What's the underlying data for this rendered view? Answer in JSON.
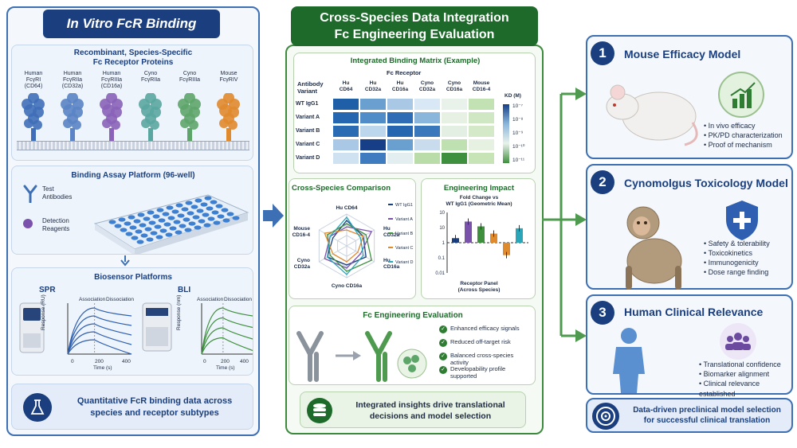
{
  "left": {
    "title": "In Vitro FcR Binding",
    "receptors_title": "Recombinant, Species-Specific\nFc Receptor Proteins",
    "receptors": [
      {
        "label": "Human\nFcγRI\n(CD64)",
        "color": "#3f6fb8"
      },
      {
        "label": "Human\nFcγRIIa\n(CD32a)",
        "color": "#5a84c4"
      },
      {
        "label": "Human\nFcγRIIIa\n(CD16a)",
        "color": "#8a63b8"
      },
      {
        "label": "Cyno\nFcγRIIa",
        "color": "#5aa6a0"
      },
      {
        "label": "Cyno\nFcγRIIIa",
        "color": "#5ea56a"
      },
      {
        "label": "Mouse\nFcγRIV",
        "color": "#e08a2e"
      }
    ],
    "assay_title": "Binding Assay Platform (96-well)",
    "test_antibodies": "Test\nAntibodies",
    "detection_reagents": "Detection\nReagents",
    "biosensor_title": "Biosensor Platforms",
    "spr": {
      "label": "SPR",
      "ylabel": "Response (RU)",
      "xlabel": "Time (s)",
      "association": "Association",
      "dissociation": "Dissociation",
      "ticks": [
        "0",
        "200",
        "400"
      ]
    },
    "bli": {
      "label": "BLI",
      "ylabel": "Response (nm)",
      "xlabel": "Time (s)",
      "association": "Association",
      "dissociation": "Dissociation",
      "ticks": [
        "0",
        "200",
        "400"
      ]
    },
    "footer": "Quantitative FcR binding data across\nspecies and receptor subtypes"
  },
  "middle": {
    "title": "Cross-Species Data Integration\nFc Engineering Evaluation",
    "matrix": {
      "title": "Integrated Binding Matrix (Example)",
      "col_header": "Fc Receptor",
      "row_header": "Antibody\nVariant",
      "columns": [
        "Hu\nCD64",
        "Hu\nCD32a",
        "Hu\nCD16a",
        "Cyno\nCD32a",
        "Cyno\nCD16a",
        "Mouse\nCD16-4"
      ],
      "rows": [
        "WT IgG1",
        "Variant A",
        "Variant B",
        "Variant C",
        "Variant D"
      ],
      "kd_label": "KD (M)",
      "kd_ticks": [
        "10⁻⁷",
        "10⁻⁸",
        "10⁻⁹",
        "10⁻¹⁰",
        "10⁻¹¹"
      ],
      "cells": [
        [
          "#1f5fa8",
          "#6aa0d0",
          "#a8c8e6",
          "#d8e8f4",
          "#e8f2ea",
          "#c2e2b4"
        ],
        [
          "#2466b0",
          "#4f8cc8",
          "#2e6db6",
          "#8ab6dc",
          "#e6f1e4",
          "#cfe7c2"
        ],
        [
          "#2a6cb4",
          "#bcd6ec",
          "#2466b0",
          "#3a78bc",
          "#e3efe2",
          "#d4e9c8"
        ],
        [
          "#a8c8e6",
          "#163f88",
          "#6aa0d0",
          "#c8dcee",
          "#bfe0b0",
          "#e6f1e2"
        ],
        [
          "#cfe2f2",
          "#3f7cbf",
          "#e2eef0",
          "#b9dca8",
          "#3e8f3e",
          "#c6e4b6"
        ]
      ]
    },
    "radar": {
      "title": "Cross-Species Comparison",
      "axes": [
        "Hu CD64",
        "Hu\nCD32a",
        "Hu\nCD16a",
        "Cyno CD16a",
        "Cyno\nCD32a",
        "Mouse\nCD16-4"
      ],
      "legend": [
        {
          "name": "WT IgG1",
          "color": "#1b3f7e"
        },
        {
          "name": "Variant A",
          "color": "#7b52ab"
        },
        {
          "name": "Variant B",
          "color": "#3e8f3e"
        },
        {
          "name": "Variant C",
          "color": "#e08a2e"
        },
        {
          "name": "Variant D",
          "color": "#2aa6b8"
        }
      ]
    },
    "impact": {
      "title": "Engineering Impact",
      "subtitle": "Fold Change vs\nWT IgG1 (Geometric Mean)",
      "yticks": [
        "10",
        "10",
        "1",
        "0.1",
        "0.01"
      ],
      "xlabel": "Receptor Panel\n(Across Species)"
    },
    "fc_eval": {
      "title": "Fc Engineering Evaluation",
      "items": [
        "Enhanced efficacy signals",
        "Reduced off-target risk",
        "Balanced cross-species\nactivity",
        "Developability profile\nsupported"
      ]
    },
    "footer": "Integrated insights drive translational\ndecisions and model selection"
  },
  "right": {
    "cards": [
      {
        "number": "1",
        "title": "Mouse Efficacy Model",
        "bullets": [
          "In vivo efficacy",
          "PK/PD characterization",
          "Proof of mechanism"
        ]
      },
      {
        "number": "2",
        "title": "Cynomolgus Toxicology Model",
        "bullets": [
          "Safety & tolerability",
          "Toxicokinetics",
          "Immunogenicity",
          "Dose range finding"
        ]
      },
      {
        "number": "3",
        "title": "Human Clinical Relevance",
        "bullets": [
          "Translational confidence",
          "Biomarker alignment",
          "Clinical relevance\nestablished"
        ]
      }
    ],
    "footer": "Data-driven preclinical model selection\nfor successful clinical translation"
  },
  "chart_data": [
    {
      "type": "heatmap",
      "title": "Integrated Binding Matrix (Example)",
      "xlabel": "Fc Receptor",
      "ylabel": "Antibody Variant",
      "categories": [
        "Hu CD64",
        "Hu CD32a",
        "Hu CD16a",
        "Cyno CD32a",
        "Cyno CD16a",
        "Mouse CD16-4"
      ],
      "rows": [
        "WT IgG1",
        "Variant A",
        "Variant B",
        "Variant C",
        "Variant D"
      ],
      "legend": "KD (M)"
    },
    {
      "type": "bar",
      "title": "Engineering Impact",
      "subtitle": "Fold Change vs WT IgG1 (Geometric Mean)",
      "xlabel": "Receptor Panel (Across Species)",
      "values": [
        2,
        25,
        12,
        4,
        0.15,
        9
      ],
      "colors": [
        "#1b3f7e",
        "#7b52ab",
        "#3e8f3e",
        "#e08a2e",
        "#e08a2e",
        "#2aa6b8"
      ]
    }
  ]
}
